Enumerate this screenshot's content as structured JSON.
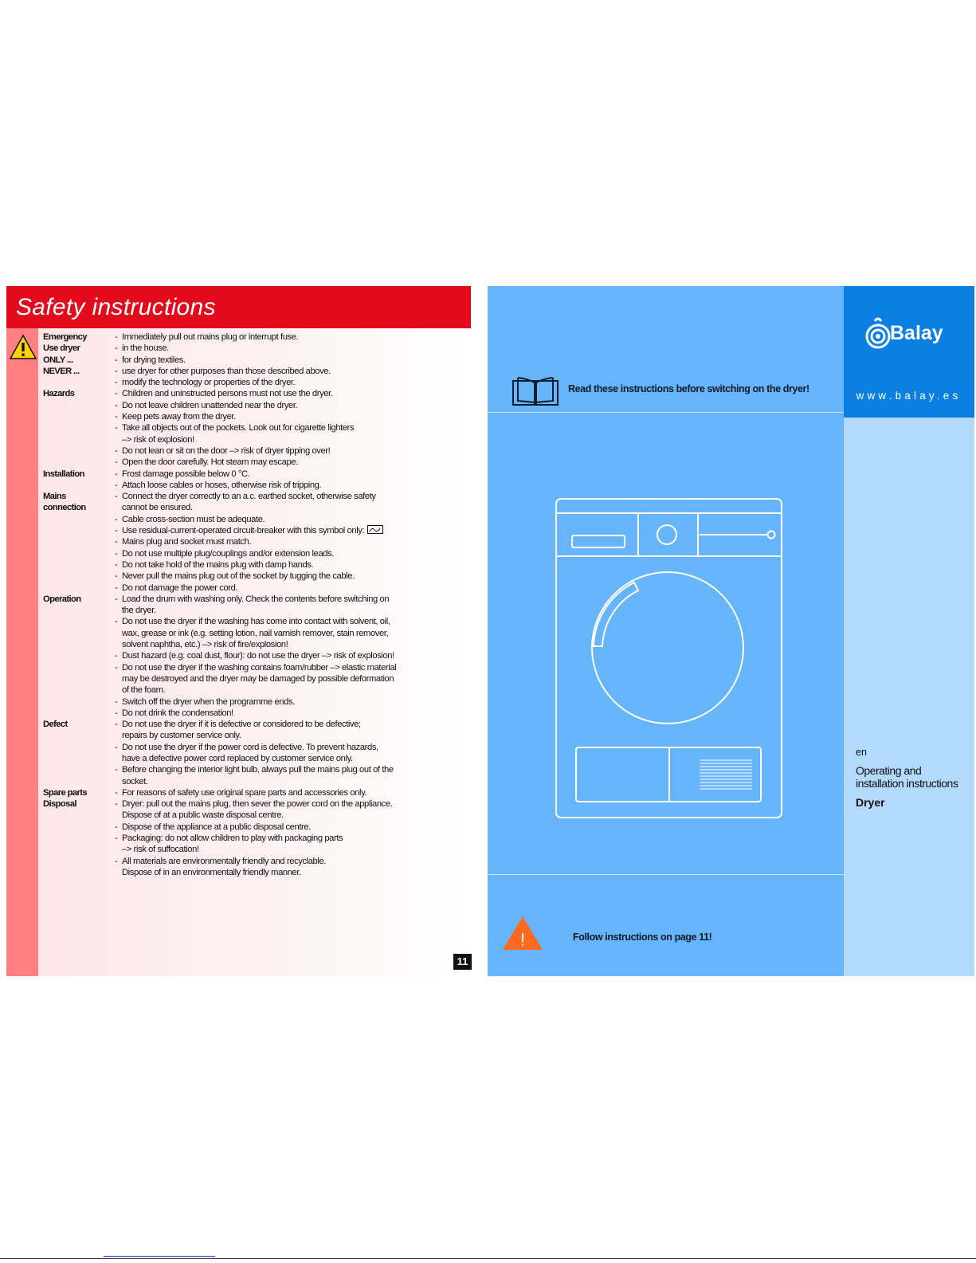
{
  "left_page": {
    "title": "Safety instructions",
    "page_number": "11",
    "sections": [
      {
        "label": "Emergency",
        "items": [
          "Immediately pull out mains plug or interrupt fuse."
        ]
      },
      {
        "label": "Use dryer\nONLY ...",
        "items": [
          "in the house.",
          "for drying textiles."
        ]
      },
      {
        "label": "NEVER ...",
        "items": [
          "use dryer for other purposes than those described above.",
          "modify the technology or properties of the dryer."
        ]
      },
      {
        "label": "Hazards",
        "items": [
          "Children and uninstructed persons must not use the dryer.",
          "Do not leave children unattended near the dryer.",
          "Keep pets away from the dryer.",
          "Take all objects out of the pockets. Look out for cigarette lighters\n–> risk of explosion!",
          "Do not lean or sit on the door –> risk of dryer tipping over!",
          "Open the door carefully. Hot steam may escape."
        ]
      },
      {
        "label": "Installation",
        "items": [
          "Frost damage possible below 0 °C.",
          "Attach loose cables or hoses, otherwise risk of tripping."
        ]
      },
      {
        "label": "Mains\nconnection",
        "items": [
          "Connect the dryer correctly to an a.c. earthed socket, otherwise safety\ncannot be ensured.",
          "Cable cross-section must be adequate.",
          "Use residual-current-operated circuit-breaker with this symbol only:",
          "Mains plug and socket must match.",
          "Do not use multiple plug/couplings and/or extension leads.",
          "Do not take hold of the mains plug with damp hands.",
          "Never pull the mains plug out of the socket by tugging the cable.",
          "Do not damage the power cord."
        ]
      },
      {
        "label": "Operation",
        "items": [
          "Load the drum with washing only. Check the contents before switching on\nthe dryer.",
          "Do not use the dryer if the washing has come into contact with solvent, oil,\nwax, grease or ink (e.g. setting lotion, nail varnish remover, stain remover,\nsolvent naphtha, etc.) –> risk of fire/explosion!",
          "Dust hazard (e.g. coal dust, flour): do not use the dryer –> risk of explosion!",
          "Do not use the dryer if the washing contains foam/rubber –> elastic material\nmay be destroyed and the dryer may be damaged by possible deformation\nof the foam.",
          "Switch off the dryer when the programme ends.",
          "Do not drink the condensation!"
        ]
      },
      {
        "label": "Defect",
        "items": [
          "Do not use the dryer if it is defective or considered to be defective;\nrepairs by customer service only.",
          "Do not use the dryer if the power cord is defective. To prevent hazards,\nhave a defective power cord replaced by customer service only.",
          "Before changing the interior light bulb, always pull the mains plug out of the\nsocket."
        ]
      },
      {
        "label": "Spare parts",
        "items": [
          "For reasons of safety use original spare parts and accessories only."
        ]
      },
      {
        "label": "Disposal",
        "items": [
          "Dryer: pull out the mains plug, then sever the power cord on the appliance.\nDispose of at a public waste disposal centre.",
          "Dispose of the appliance at a public disposal centre.",
          "Packaging: do not allow children to play with packaging parts\n–> risk of suffocation!",
          "All materials are environmentally friendly and recyclable.\nDispose of in an environmentally friendly manner."
        ]
      }
    ]
  },
  "right_page": {
    "read_note": "Read these instructions before switching on the dryer!",
    "brand": "Balay",
    "website": "www.balay.es",
    "language": "en",
    "doc_type": "Operating and\ninstallation instructions",
    "product": "Dryer",
    "follow_note": "Follow instructions on page 11!",
    "caution_symbol": "!"
  },
  "icons": [
    "warning-triangle-icon",
    "open-book-icon",
    "balay-logo-icon",
    "caution-triangle-icon",
    "rcd-symbol-icon"
  ],
  "colors": {
    "header_red": "#e30a1c",
    "strip_pink": "#ff8080",
    "page_blue": "#66b5fb",
    "side_light_blue": "#b3d9fd",
    "brand_blue": "#0c7fe3",
    "caution_orange": "#ff6a1f"
  }
}
